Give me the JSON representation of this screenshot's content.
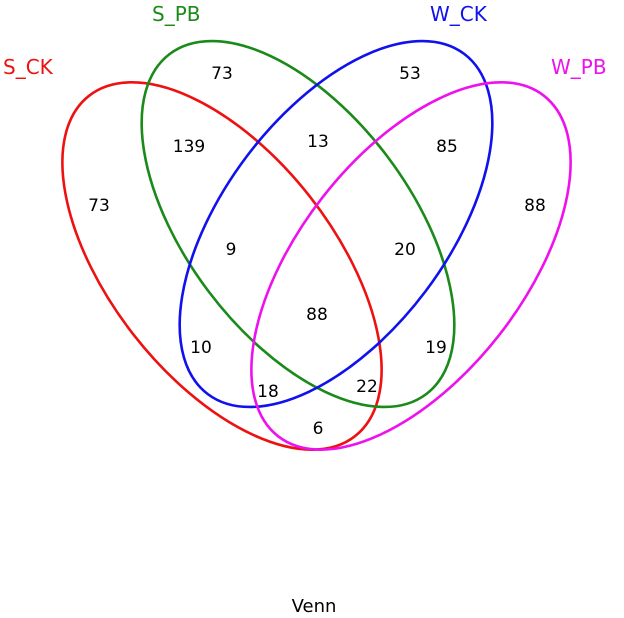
{
  "title": "Venn",
  "sets": [
    {
      "key": "s_ck",
      "label": "S_CK",
      "color": "#ee1111"
    },
    {
      "key": "s_pb",
      "label": "S_PB",
      "color": "#1a8a1a"
    },
    {
      "key": "w_ck",
      "label": "W_CK",
      "color": "#1111ee"
    },
    {
      "key": "w_pb",
      "label": "W_PB",
      "color": "#ee11ee"
    }
  ],
  "regions": {
    "s_ck_only": "73",
    "s_pb_only": "73",
    "w_ck_only": "53",
    "w_pb_only": "88",
    "s_ck_s_pb": "139",
    "s_pb_w_ck": "13",
    "w_ck_w_pb": "85",
    "s_ck_w_ck": "10",
    "s_pb_w_pb": "19",
    "s_ck_w_pb": "6",
    "s_ck_s_pb_w_ck": "9",
    "s_pb_w_ck_w_pb": "20",
    "s_ck_w_ck_w_pb": "18",
    "s_ck_s_pb_w_pb": "22",
    "all_four": "88"
  }
}
